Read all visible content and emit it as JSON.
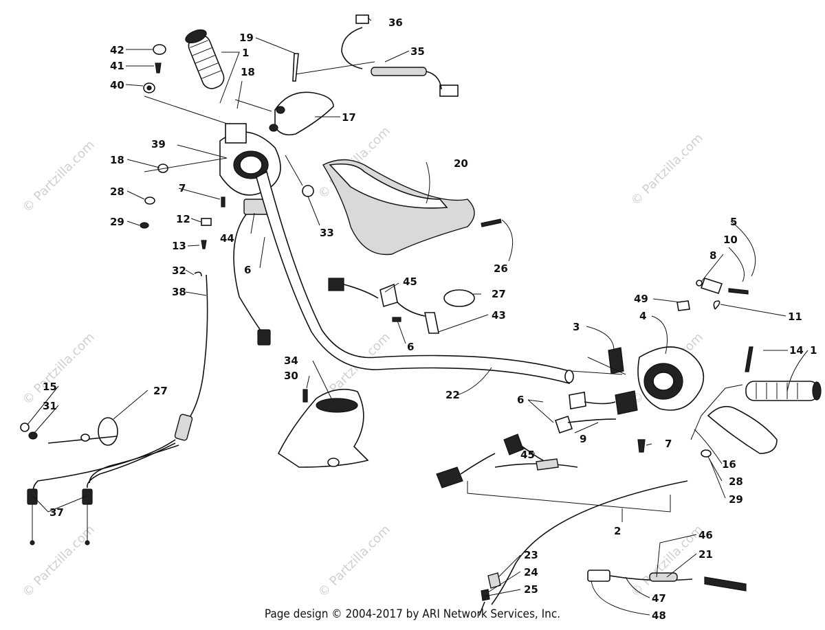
{
  "watermark": "© Partzilla.com",
  "footer": "Page design © 2004-2017 by ARI Network Services, Inc.",
  "callouts": [
    {
      "id": "c42",
      "text": "42"
    },
    {
      "id": "c41",
      "text": "41"
    },
    {
      "id": "c40",
      "text": "40"
    },
    {
      "id": "c1a",
      "text": "1"
    },
    {
      "id": "c19",
      "text": "19"
    },
    {
      "id": "c36",
      "text": "36"
    },
    {
      "id": "c35",
      "text": "35"
    },
    {
      "id": "c18a",
      "text": "18"
    },
    {
      "id": "c17",
      "text": "17"
    },
    {
      "id": "c39",
      "text": "39"
    },
    {
      "id": "c18b",
      "text": "18"
    },
    {
      "id": "c20",
      "text": "20"
    },
    {
      "id": "c28a",
      "text": "28"
    },
    {
      "id": "c7a",
      "text": "7"
    },
    {
      "id": "c29a",
      "text": "29"
    },
    {
      "id": "c12",
      "text": "12"
    },
    {
      "id": "c44",
      "text": "44"
    },
    {
      "id": "c33",
      "text": "33"
    },
    {
      "id": "c13",
      "text": "13"
    },
    {
      "id": "c6a",
      "text": "6"
    },
    {
      "id": "c26",
      "text": "26"
    },
    {
      "id": "c32",
      "text": "32"
    },
    {
      "id": "c38",
      "text": "38"
    },
    {
      "id": "c45a",
      "text": "45"
    },
    {
      "id": "c27a",
      "text": "27"
    },
    {
      "id": "c43",
      "text": "43"
    },
    {
      "id": "c6b",
      "text": "6"
    },
    {
      "id": "c5",
      "text": "5"
    },
    {
      "id": "c10",
      "text": "10"
    },
    {
      "id": "c8",
      "text": "8"
    },
    {
      "id": "c49",
      "text": "49"
    },
    {
      "id": "c4",
      "text": "4"
    },
    {
      "id": "c11",
      "text": "11"
    },
    {
      "id": "c3",
      "text": "3"
    },
    {
      "id": "c14",
      "text": "14"
    },
    {
      "id": "c1b",
      "text": "1"
    },
    {
      "id": "c34",
      "text": "34"
    },
    {
      "id": "c30",
      "text": "30"
    },
    {
      "id": "c15",
      "text": "15"
    },
    {
      "id": "c31",
      "text": "31"
    },
    {
      "id": "c27b",
      "text": "27"
    },
    {
      "id": "c22",
      "text": "22"
    },
    {
      "id": "c6c",
      "text": "6"
    },
    {
      "id": "c9",
      "text": "9"
    },
    {
      "id": "c7b",
      "text": "7"
    },
    {
      "id": "c16",
      "text": "16"
    },
    {
      "id": "c45b",
      "text": "45"
    },
    {
      "id": "c28b",
      "text": "28"
    },
    {
      "id": "c29b",
      "text": "29"
    },
    {
      "id": "c37",
      "text": "37"
    },
    {
      "id": "c2",
      "text": "2"
    },
    {
      "id": "c23",
      "text": "23"
    },
    {
      "id": "c24",
      "text": "24"
    },
    {
      "id": "c25",
      "text": "25"
    },
    {
      "id": "c46",
      "text": "46"
    },
    {
      "id": "c21",
      "text": "21"
    },
    {
      "id": "c47",
      "text": "47"
    },
    {
      "id": "c48",
      "text": "48"
    }
  ]
}
